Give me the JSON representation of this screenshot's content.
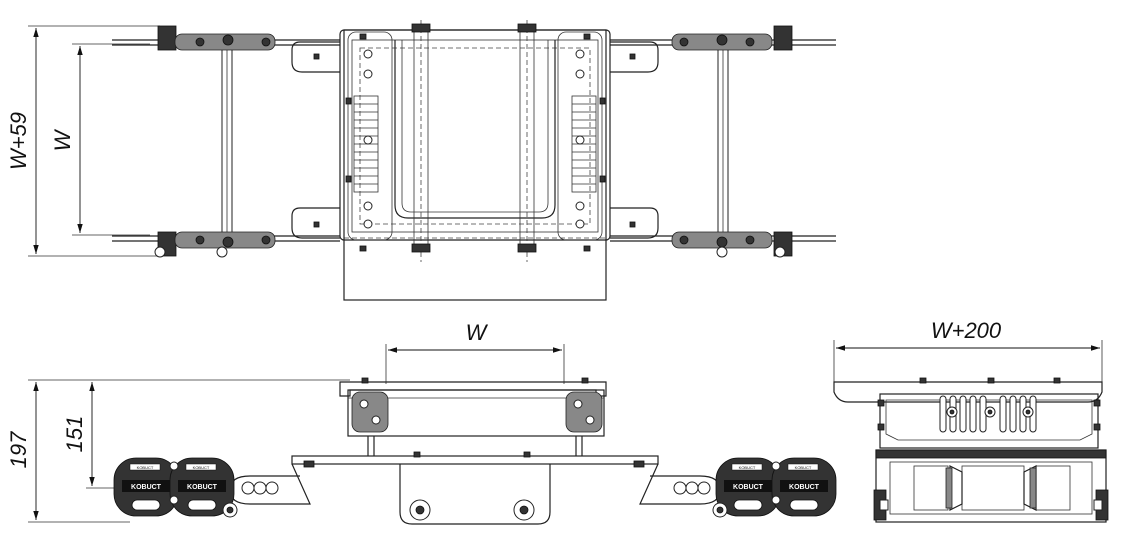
{
  "dimensions": {
    "top_view_outer": "W+59",
    "top_view_inner": "W",
    "side_height_total": "197",
    "side_height_inner": "151",
    "side_width": "W",
    "end_width": "W+200"
  },
  "branding": {
    "logo_text": "KOBUCT",
    "small_text": "KOBUCT"
  }
}
